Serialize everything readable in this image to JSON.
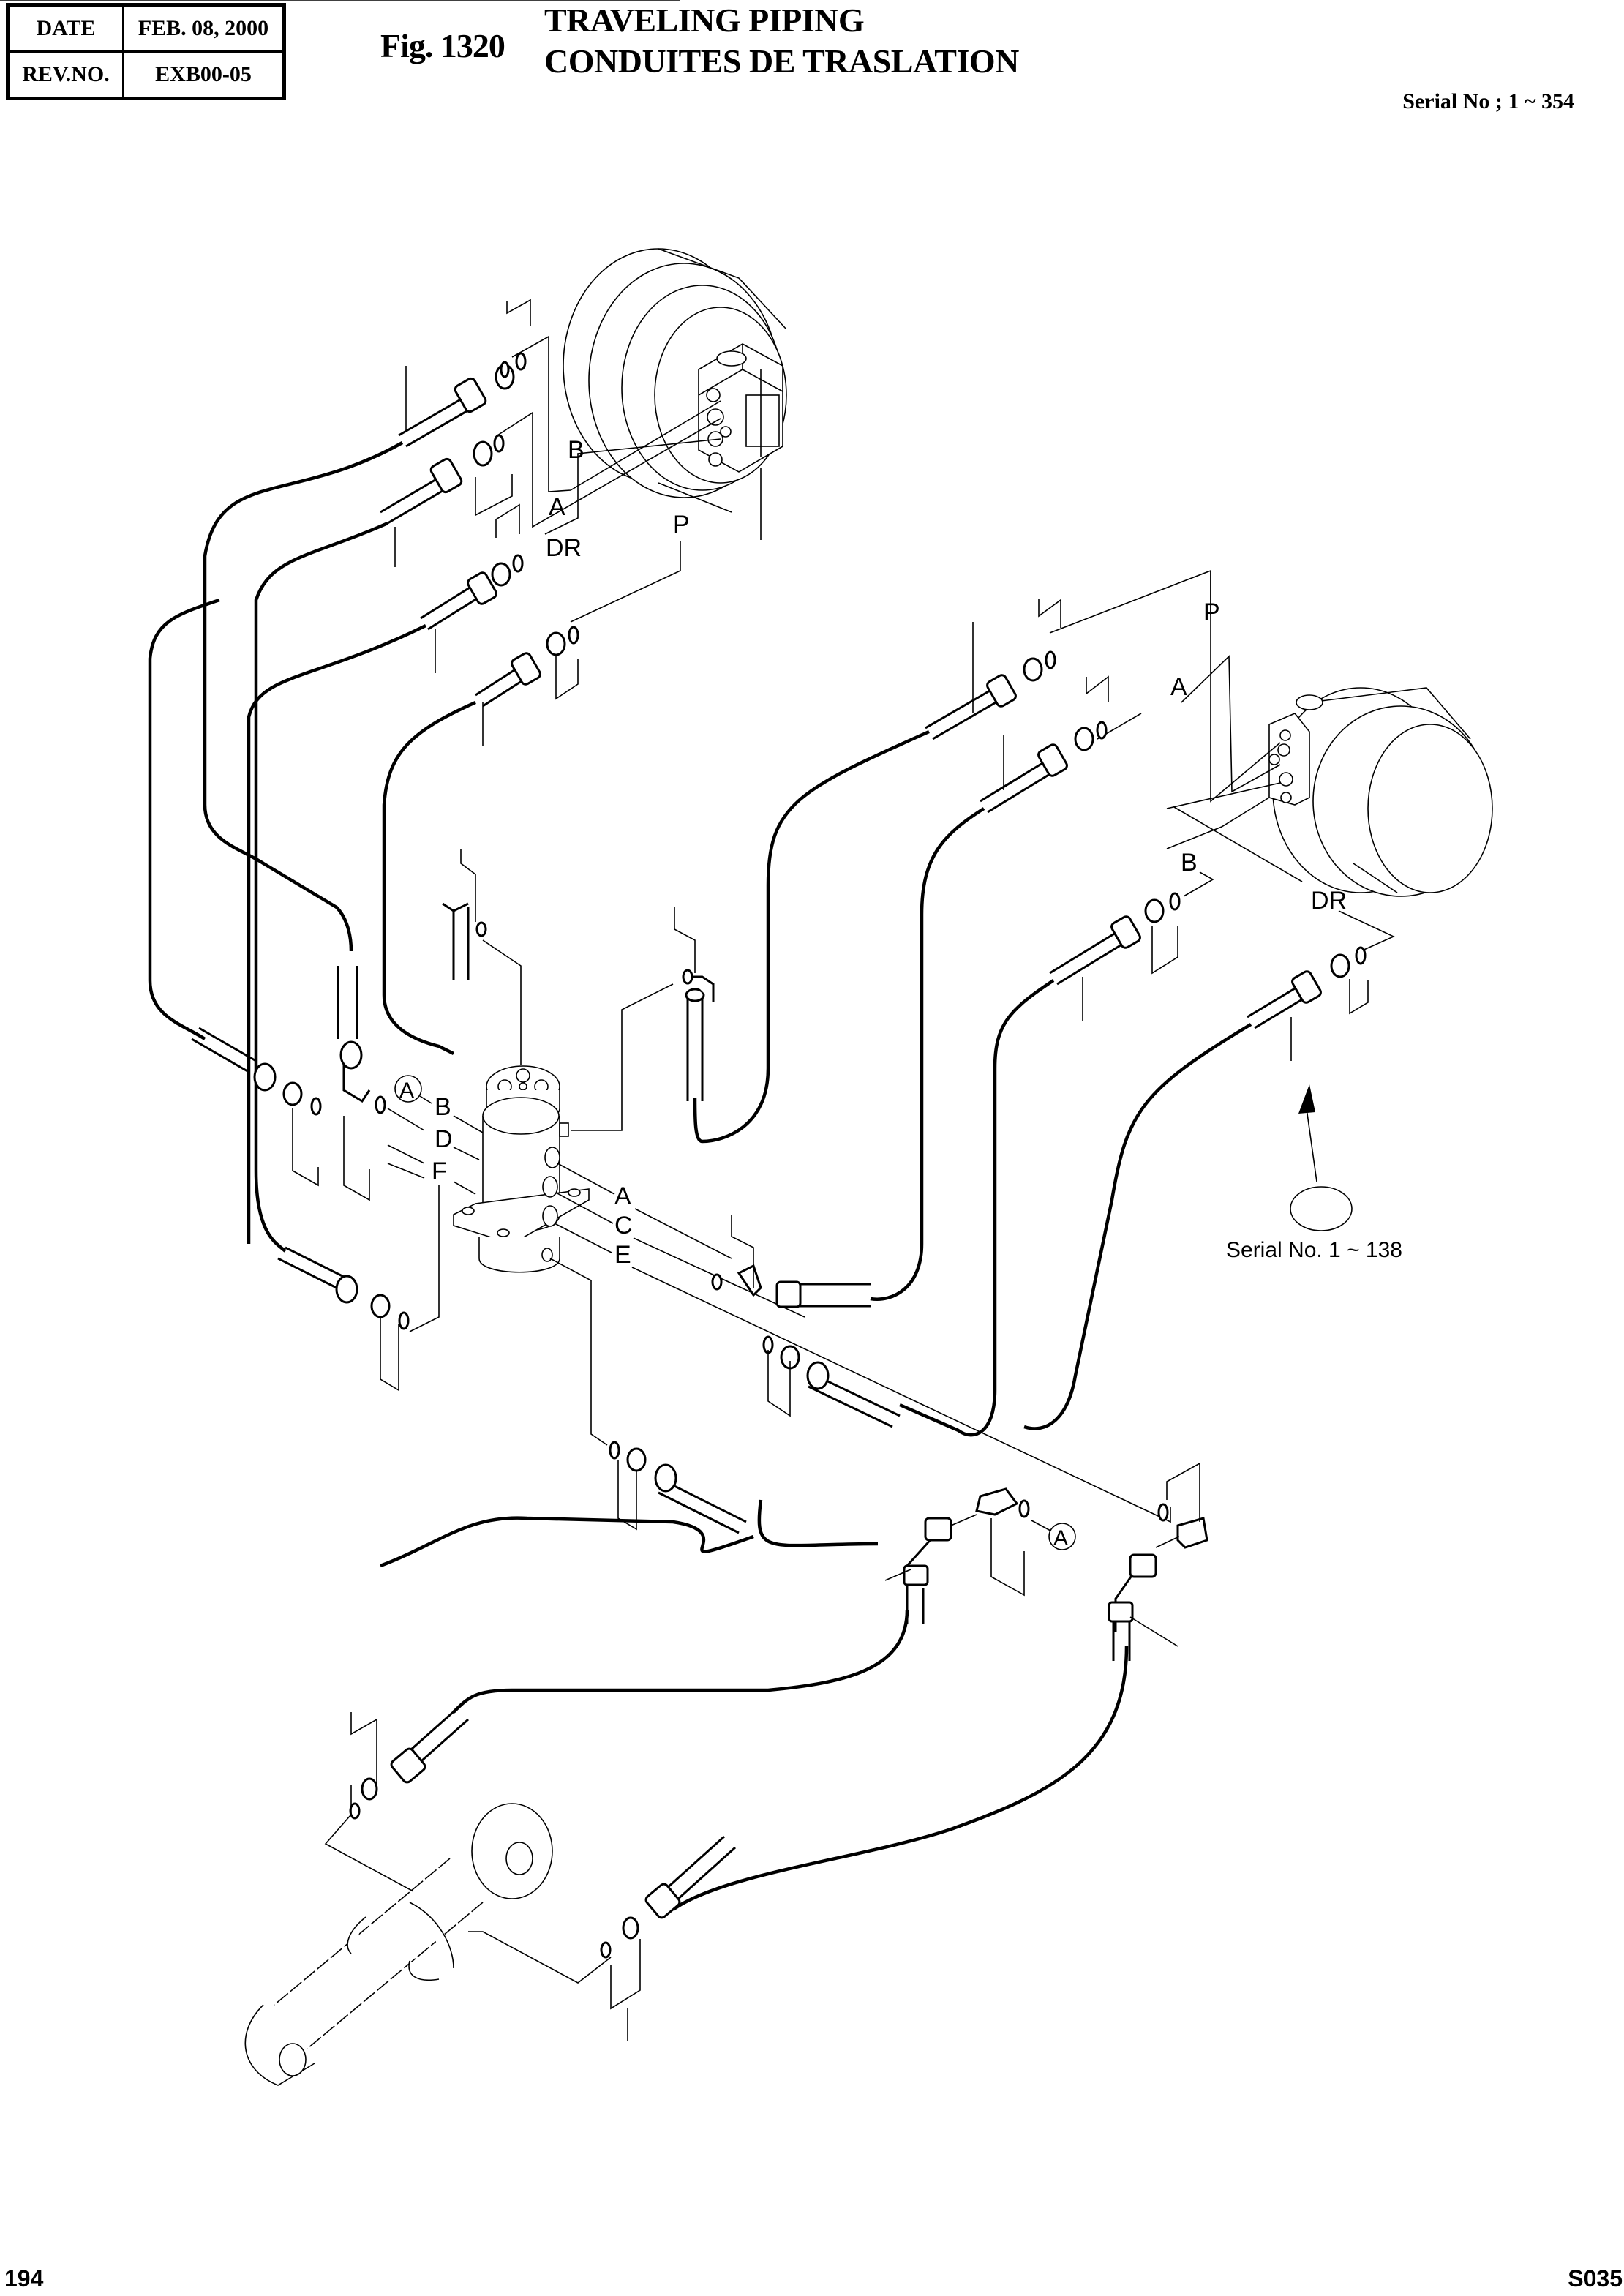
{
  "header": {
    "date_label": "DATE",
    "date_value": "FEB. 08, 2000",
    "rev_label": "REV.NO.",
    "rev_value": "EXB00-05",
    "figure_number": "Fig. 1320",
    "title_en": "TRAVELING PIPING",
    "title_fr": "CONDUITES DE TRASLATION",
    "serial_range": "Serial No ; 1 ~ 354"
  },
  "footer": {
    "page_number": "194",
    "document_code": "S035"
  },
  "diagram": {
    "components": [
      {
        "name": "travel-motor-left",
        "ports": [
          "B",
          "A",
          "DR",
          "P"
        ]
      },
      {
        "name": "travel-motor-right",
        "ports": [
          "P",
          "A",
          "B",
          "DR"
        ]
      },
      {
        "name": "swivel-joint",
        "ports_left": [
          "B",
          "D",
          "F"
        ],
        "ports_right": [
          "A",
          "C",
          "E"
        ]
      },
      {
        "name": "track-tension-cylinder"
      }
    ],
    "port_labels": {
      "left_motor": {
        "b": "B",
        "a": "A",
        "dr": "DR",
        "p": "P"
      },
      "right_motor": {
        "p": "P",
        "a": "A",
        "b": "B",
        "dr": "DR"
      },
      "swivel_left": {
        "b": "B",
        "d": "D",
        "f": "F"
      },
      "swivel_right": {
        "a": "A",
        "c": "C",
        "e": "E"
      }
    },
    "reference_mark": "A",
    "note": {
      "text": "Serial No. 1 ~ 138"
    }
  }
}
